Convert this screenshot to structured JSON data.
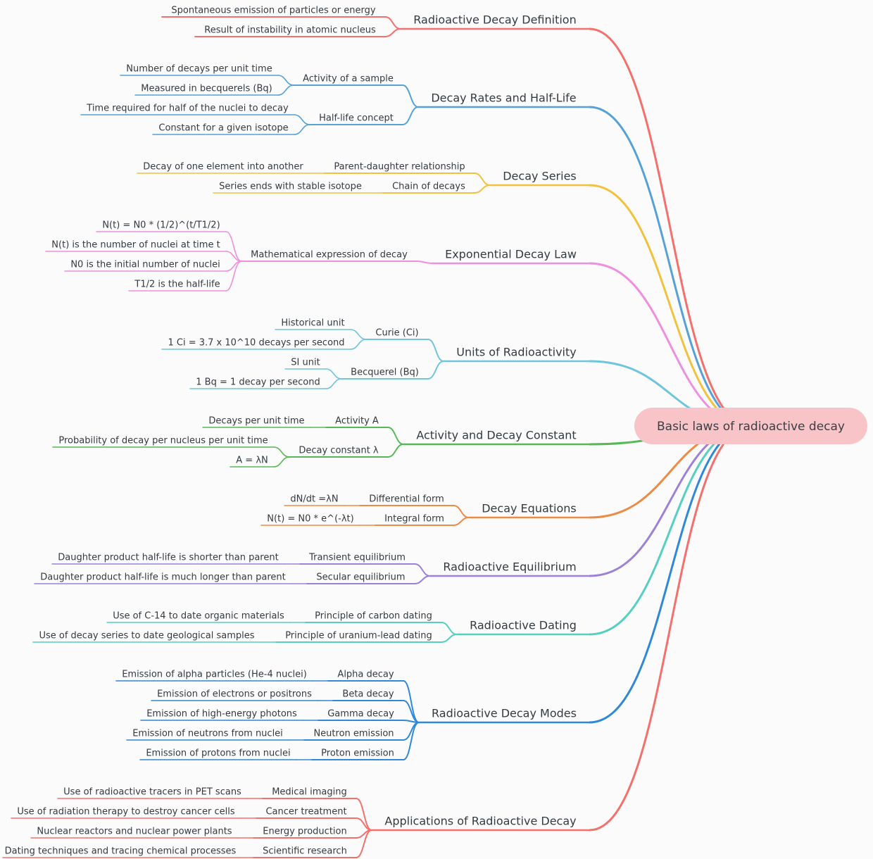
{
  "root": {
    "label": "Basic laws of radioactive decay",
    "fill": "#f9c4c8",
    "text_color": "#3a3f45"
  },
  "branches": [
    {
      "label": "Radioactive Decay Definition",
      "color": "#f4706c",
      "children": [
        {
          "label": "Spontaneous emission of particles or energy"
        },
        {
          "label": "Result of instability in atomic nucleus"
        }
      ]
    },
    {
      "label": "Decay Rates and Half-Life",
      "color": "#55a1d8",
      "children": [
        {
          "label": "Activity of a sample",
          "children": [
            {
              "label": "Number of decays per unit time"
            },
            {
              "label": "Measured in becquerels (Bq)"
            }
          ]
        },
        {
          "label": "Half-life concept",
          "children": [
            {
              "label": "Time required for half of the nuclei to decay"
            },
            {
              "label": "Constant for a given isotope"
            }
          ]
        }
      ]
    },
    {
      "label": "Decay Series",
      "color": "#f2c23e",
      "children": [
        {
          "label": "Parent-daughter relationship",
          "children": [
            {
              "label": "Decay of one element into another"
            }
          ]
        },
        {
          "label": "Chain of decays",
          "children": [
            {
              "label": "Series ends with stable isotope"
            }
          ]
        }
      ]
    },
    {
      "label": "Exponential Decay Law",
      "color": "#ee8fdf",
      "children": [
        {
          "label": "Mathematical expression of decay",
          "children": [
            {
              "label": "N(t) = N0 * (1/2)^(t/T1/2)"
            },
            {
              "label": "N(t) is the number of nuclei at time t"
            },
            {
              "label": "N0 is the initial number of nuclei"
            },
            {
              "label": "T1/2 is the half-life"
            }
          ]
        }
      ]
    },
    {
      "label": "Units of Radioactivity",
      "color": "#6fc5dd",
      "children": [
        {
          "label": "Curie (Ci)",
          "children": [
            {
              "label": "Historical unit"
            },
            {
              "label": "1 Ci = 3.7 x 10^10 decays per second"
            }
          ]
        },
        {
          "label": "Becquerel (Bq)",
          "children": [
            {
              "label": "SI unit"
            },
            {
              "label": "1 Bq = 1 decay per second"
            }
          ]
        }
      ]
    },
    {
      "label": "Activity and Decay Constant",
      "color": "#57b956",
      "children": [
        {
          "label": "Activity A",
          "children": [
            {
              "label": "Decays per unit time"
            }
          ]
        },
        {
          "label": "Decay constant λ",
          "children": [
            {
              "label": "Probability of decay per nucleus per unit time"
            },
            {
              "label": "A = λN"
            }
          ]
        }
      ]
    },
    {
      "label": "Decay Equations",
      "color": "#ef8a45",
      "children": [
        {
          "label": "Differential form",
          "children": [
            {
              "label": "dN/dt =λN"
            }
          ]
        },
        {
          "label": "Integral form",
          "children": [
            {
              "label": "N(t) = N0 * e^(-λt)"
            }
          ]
        }
      ]
    },
    {
      "label": "Radioactive Equilibrium",
      "color": "#9b82d8",
      "children": [
        {
          "label": "Transient equilibrium",
          "children": [
            {
              "label": "Daughter product half-life is shorter than parent"
            }
          ]
        },
        {
          "label": "Secular equilibrium",
          "children": [
            {
              "label": "Daughter product half-life is much longer than parent"
            }
          ]
        }
      ]
    },
    {
      "label": "Radioactive Dating",
      "color": "#55cfc0",
      "children": [
        {
          "label": "Principle of carbon dating",
          "children": [
            {
              "label": "Use of C-14 to date organic materials"
            }
          ]
        },
        {
          "label": "Principle of uranium-lead dating",
          "children": [
            {
              "label": "Use of decay series to date geological samples"
            }
          ]
        }
      ]
    },
    {
      "label": "Radioactive Decay Modes",
      "color": "#2f88d8",
      "children": [
        {
          "label": "Alpha decay",
          "children": [
            {
              "label": "Emission of alpha particles (He-4 nuclei)"
            }
          ]
        },
        {
          "label": "Beta decay",
          "children": [
            {
              "label": "Emission of electrons or positrons"
            }
          ]
        },
        {
          "label": "Gamma decay",
          "children": [
            {
              "label": "Emission of high-energy photons"
            }
          ]
        },
        {
          "label": "Neutron emission",
          "children": [
            {
              "label": "Emission of neutrons from nuclei"
            }
          ]
        },
        {
          "label": "Proton emission",
          "children": [
            {
              "label": "Emission of protons from nuclei"
            }
          ]
        }
      ]
    },
    {
      "label": "Applications of Radioactive Decay",
      "color": "#f4706c",
      "children": [
        {
          "label": "Medical imaging",
          "children": [
            {
              "label": "Use of radioactive tracers in PET scans"
            }
          ]
        },
        {
          "label": "Cancer treatment",
          "children": [
            {
              "label": "Use of radiation therapy to destroy cancer cells"
            }
          ]
        },
        {
          "label": "Energy production",
          "children": [
            {
              "label": "Nuclear reactors and nuclear power plants"
            }
          ]
        },
        {
          "label": "Scientific research",
          "children": [
            {
              "label": "Dating techniques and tracing chemical processes"
            }
          ]
        }
      ]
    }
  ]
}
